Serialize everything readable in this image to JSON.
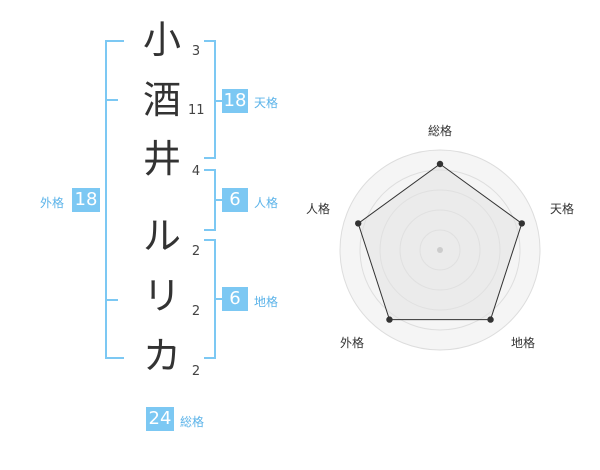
{
  "name_chars": [
    {
      "char": "小",
      "strokes": "3"
    },
    {
      "char": "酒",
      "strokes": "11"
    },
    {
      "char": "井",
      "strokes": "4"
    },
    {
      "char": "ル",
      "strokes": "2"
    },
    {
      "char": "リ",
      "strokes": "2"
    },
    {
      "char": "カ",
      "strokes": "2"
    }
  ],
  "fortunes": {
    "tenkaku": {
      "label": "天格",
      "value": "18"
    },
    "jinkaku": {
      "label": "人格",
      "value": "6"
    },
    "chikaku": {
      "label": "地格",
      "value": "6"
    },
    "gaikaku": {
      "label": "外格",
      "value": "18"
    },
    "soukaku": {
      "label": "総格",
      "value": "24"
    }
  },
  "radar": {
    "axes": [
      "総格",
      "天格",
      "地格",
      "外格",
      "人格"
    ],
    "levels": [
      0.86,
      0.86,
      0.86,
      0.86,
      0.86
    ],
    "accent_color": "#7cc8f3",
    "line_color": "#333333"
  }
}
